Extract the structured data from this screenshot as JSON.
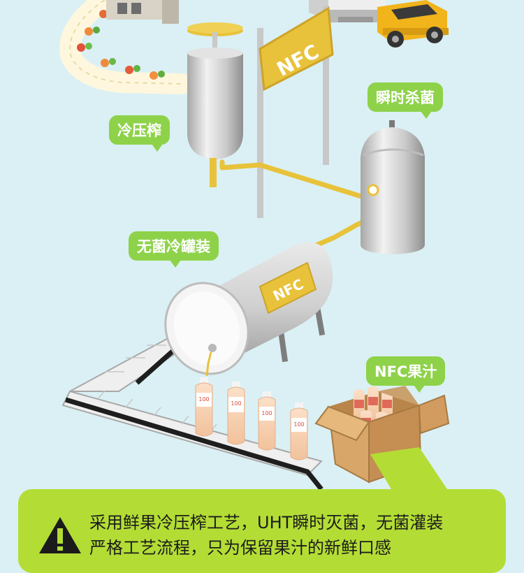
{
  "labels": {
    "cold_press": "冷压榨",
    "flash_sterilize": "瞬时杀菌",
    "aseptic_storage": "无菌冷罐装",
    "nfc_juice": "NFC果汁"
  },
  "tank_logo": "NFC",
  "sign_logo": "NFC",
  "bottle_label": "100",
  "caption": {
    "line1": "采用鲜果冷压榨工艺，UHT瞬时灭菌，无菌灌装",
    "line2": "严格工艺流程，只为保留果汁的新鲜口感"
  },
  "icons": {
    "warning": "warning-triangle-icon"
  },
  "colors": {
    "background": "#daf0f4",
    "bubble": "#8ed24a",
    "panel": "#b3dd35",
    "pipe": "#e8c23a",
    "logo": "#d9b530"
  }
}
